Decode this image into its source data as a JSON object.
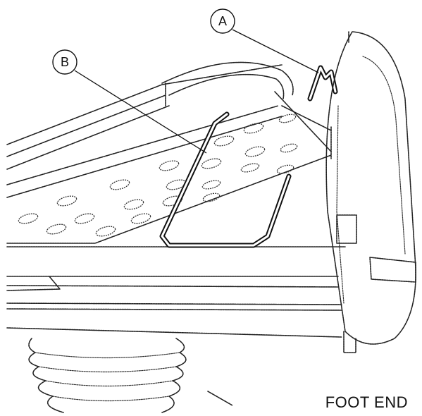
{
  "callouts": {
    "a": {
      "letter": "A"
    },
    "b": {
      "letter": "B"
    }
  },
  "footer": {
    "label": "FOOT END"
  },
  "colors": {
    "line": "#111111",
    "background": "#ffffff"
  }
}
